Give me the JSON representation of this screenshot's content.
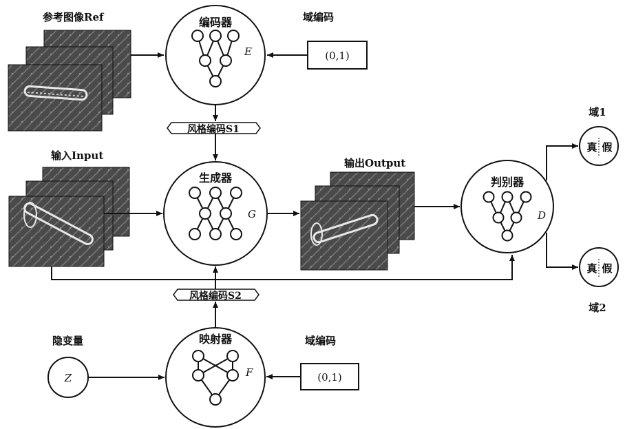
{
  "reference": {
    "title": "参考图像Ref"
  },
  "input": {
    "title": "输入Input"
  },
  "output": {
    "title": "输出Output"
  },
  "latent": {
    "title": "隐变量",
    "symbol": "Z"
  },
  "encoder": {
    "title": "编码器",
    "symbol": "E"
  },
  "generator": {
    "title": "生成器",
    "symbol": "G"
  },
  "mapping": {
    "title": "映射器",
    "symbol": "F"
  },
  "discriminator": {
    "title": "判别器",
    "symbol": "D"
  },
  "domain_code_top": {
    "title": "域编码",
    "value": "(0,1)"
  },
  "domain_code_bottom": {
    "title": "域编码",
    "value": "(0,1)"
  },
  "style_code_1": "风格编码S1",
  "style_code_2": "风格编码S2",
  "domain1": {
    "title": "域1",
    "real": "真",
    "fake": "假"
  },
  "domain2": {
    "title": "域2",
    "real": "真",
    "fake": "假"
  },
  "colors": {
    "line": "#111111",
    "image_dark": "#3a3a3a",
    "image_mid": "#6b6b6b",
    "insulator": "#e8e8e8"
  }
}
